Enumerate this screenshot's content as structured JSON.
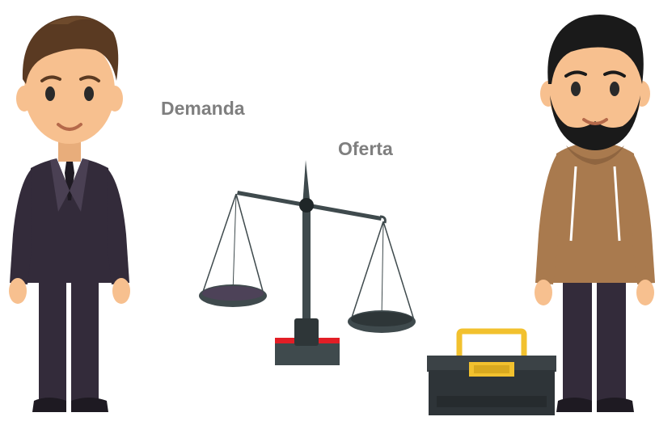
{
  "labels": {
    "demanda": "Demanda",
    "oferta": "Oferta"
  },
  "figures": {
    "left_person": "businessman",
    "right_person": "worker",
    "center_object": "balance-scale",
    "bottom_object": "toolbox"
  },
  "colors": {
    "suit": "#332b3a",
    "skin": "#f7c08f",
    "hair_left": "#5a3a22",
    "hair_right": "#1a1a1a",
    "hoodie": "#a97a4e",
    "scale": "#3f4a4d",
    "scale_accent": "#e21e26",
    "toolbox_body": "#2e3438",
    "toolbox_handle": "#f2c12e",
    "label_text": "#7f7f7f"
  }
}
